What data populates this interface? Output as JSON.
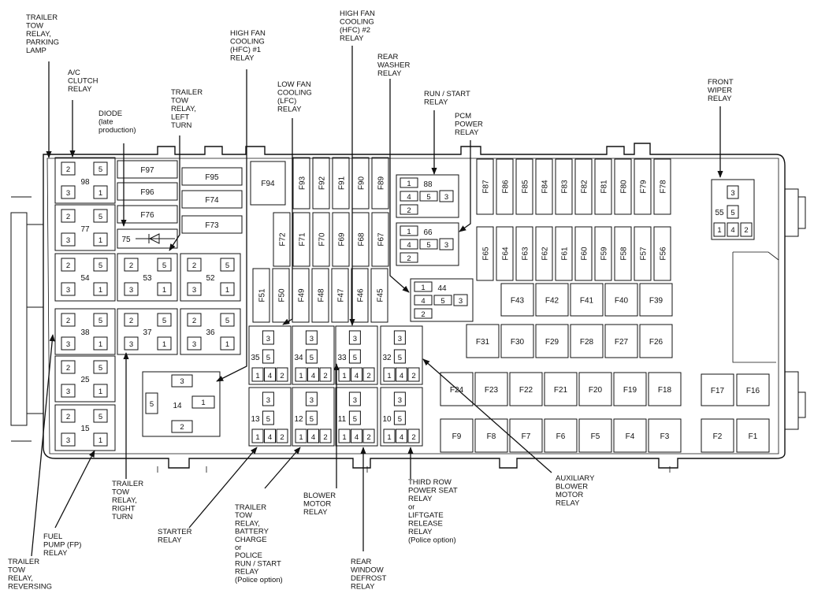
{
  "labels": {
    "trailer_tow_parking": [
      "TRAILER",
      "TOW",
      "RELAY,",
      "PARKING",
      "LAMP"
    ],
    "ac_clutch": [
      "A/C",
      "CLUTCH",
      "RELAY"
    ],
    "diode": [
      "DIODE",
      "(late",
      "production)"
    ],
    "trailer_tow_left": [
      "TRAILER",
      "TOW",
      "RELAY,",
      "LEFT",
      "TURN"
    ],
    "hfc1": [
      "HIGH FAN",
      "COOLING",
      "(HFC) #1",
      "RELAY"
    ],
    "lfc": [
      "LOW FAN",
      "COOLING",
      "(LFC)",
      "RELAY"
    ],
    "hfc2": [
      "HIGH FAN",
      "COOLING",
      "(HFC) #2",
      "RELAY"
    ],
    "rear_washer": [
      "REAR",
      "WASHER",
      "RELAY"
    ],
    "run_start": [
      "RUN / START",
      "RELAY"
    ],
    "pcm_power": [
      "PCM",
      "POWER",
      "RELAY"
    ],
    "front_wiper": [
      "FRONT",
      "WIPER",
      "RELAY"
    ],
    "trailer_tow_reversing": [
      "TRAILER",
      "TOW",
      "RELAY,",
      "REVERSING"
    ],
    "fuel_pump": [
      "FUEL",
      "PUMP (FP)",
      "RELAY"
    ],
    "trailer_tow_right": [
      "TRAILER",
      "TOW",
      "RELAY,",
      "RIGHT",
      "TURN"
    ],
    "starter": [
      "STARTER",
      "RELAY"
    ],
    "battery_charge": [
      "TRAILER",
      "TOW",
      "RELAY,",
      "BATTERY",
      "CHARGE",
      "or",
      "POLICE",
      "RUN / START",
      "RELAY",
      "(Police option)"
    ],
    "blower_motor": [
      "BLOWER",
      "MOTOR",
      "RELAY"
    ],
    "rear_defrost": [
      "REAR",
      "WINDOW",
      "DEFROST",
      "RELAY"
    ],
    "third_row": [
      "THIRD ROW",
      "POWER SEAT",
      "RELAY",
      "or",
      "LIFTGATE",
      "RELEASE",
      "RELAY",
      "(Police option)"
    ],
    "aux_blower": [
      "AUXILIARY",
      "BLOWER",
      "MOTOR",
      "RELAY"
    ]
  },
  "relay_numbers": {
    "r98": "98",
    "r77": "77",
    "r54": "54",
    "r38": "38",
    "r25": "25",
    "r15": "15",
    "r53": "53",
    "r52": "52",
    "r37": "37",
    "r36": "36",
    "r35": "35",
    "r34": "34",
    "r33": "33",
    "r32": "32",
    "r13": "13",
    "r12": "12",
    "r11": "11",
    "r10": "10",
    "r14": "14",
    "r88": "88",
    "r66": "66",
    "r44": "44",
    "r55": "55",
    "d75": "75"
  },
  "pins": {
    "p1": "1",
    "p2": "2",
    "p3": "3",
    "p4": "4",
    "p5": "5"
  },
  "fuses": {
    "left_horizontal": [
      "F97",
      "F96",
      "F76",
      "F95",
      "F74",
      "F73"
    ],
    "f94": "F94",
    "top_vertical": [
      "F93",
      "F92",
      "F91",
      "F90",
      "F89"
    ],
    "mid_vertical": [
      "F72",
      "F71",
      "F70",
      "F69",
      "F68",
      "F67"
    ],
    "low_vertical": [
      "F51",
      "F50",
      "F49",
      "F48",
      "F47",
      "F46",
      "F45"
    ],
    "right_top": [
      "F87",
      "F86",
      "F85",
      "F84",
      "F83",
      "F82",
      "F81",
      "F80",
      "F79",
      "F78"
    ],
    "right_mid": [
      "F65",
      "F64",
      "F63",
      "F62",
      "F61",
      "F60",
      "F59",
      "F58",
      "F57",
      "F56"
    ],
    "row_43": [
      "F43",
      "F42",
      "F41",
      "F40",
      "F39"
    ],
    "row_31": [
      "F31",
      "F30",
      "F29",
      "F28",
      "F27",
      "F26"
    ],
    "row_24": [
      "F24",
      "F23",
      "F22",
      "F21",
      "F20",
      "F19",
      "F18"
    ],
    "row_9": [
      "F9",
      "F8",
      "F7",
      "F6",
      "F5",
      "F4",
      "F3"
    ],
    "far_right": [
      "F17",
      "F16",
      "F2",
      "F1"
    ]
  }
}
